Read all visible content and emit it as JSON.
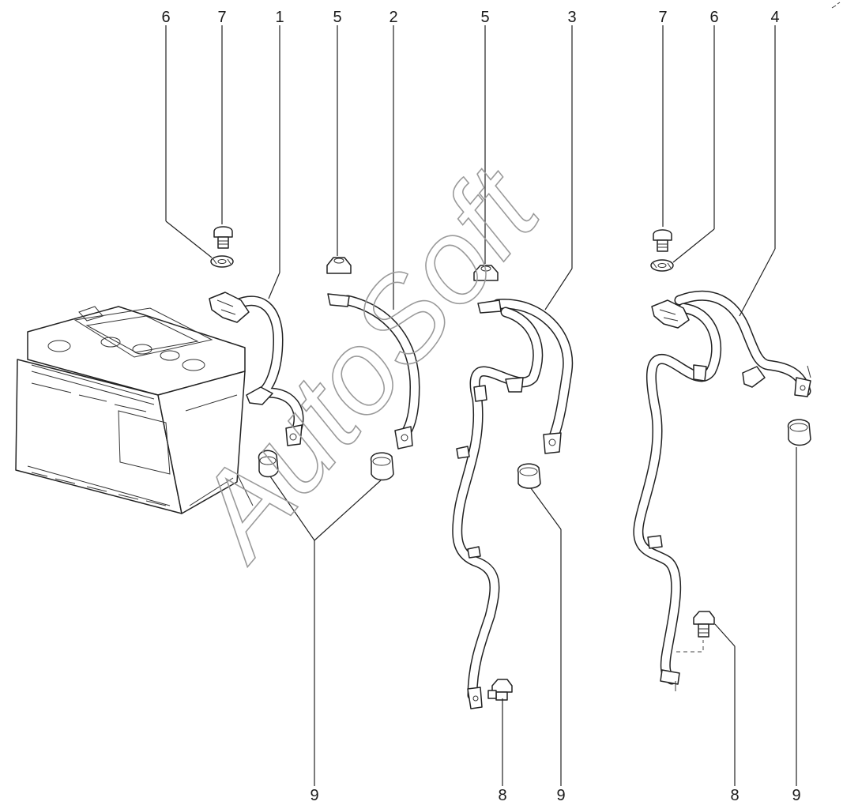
{
  "watermark": "AutoSoft",
  "callouts": {
    "top_6_left": "6",
    "top_7_left": "7",
    "top_1": "1",
    "top_5_left": "5",
    "top_2": "2",
    "top_5_mid": "5",
    "top_3": "3",
    "top_7_right": "7",
    "top_6_right": "6",
    "top_4": "4",
    "bottom_9_left": "9",
    "bottom_8_mid": "8",
    "bottom_9_mid": "9",
    "bottom_8_right": "8",
    "bottom_9_right": "9"
  }
}
